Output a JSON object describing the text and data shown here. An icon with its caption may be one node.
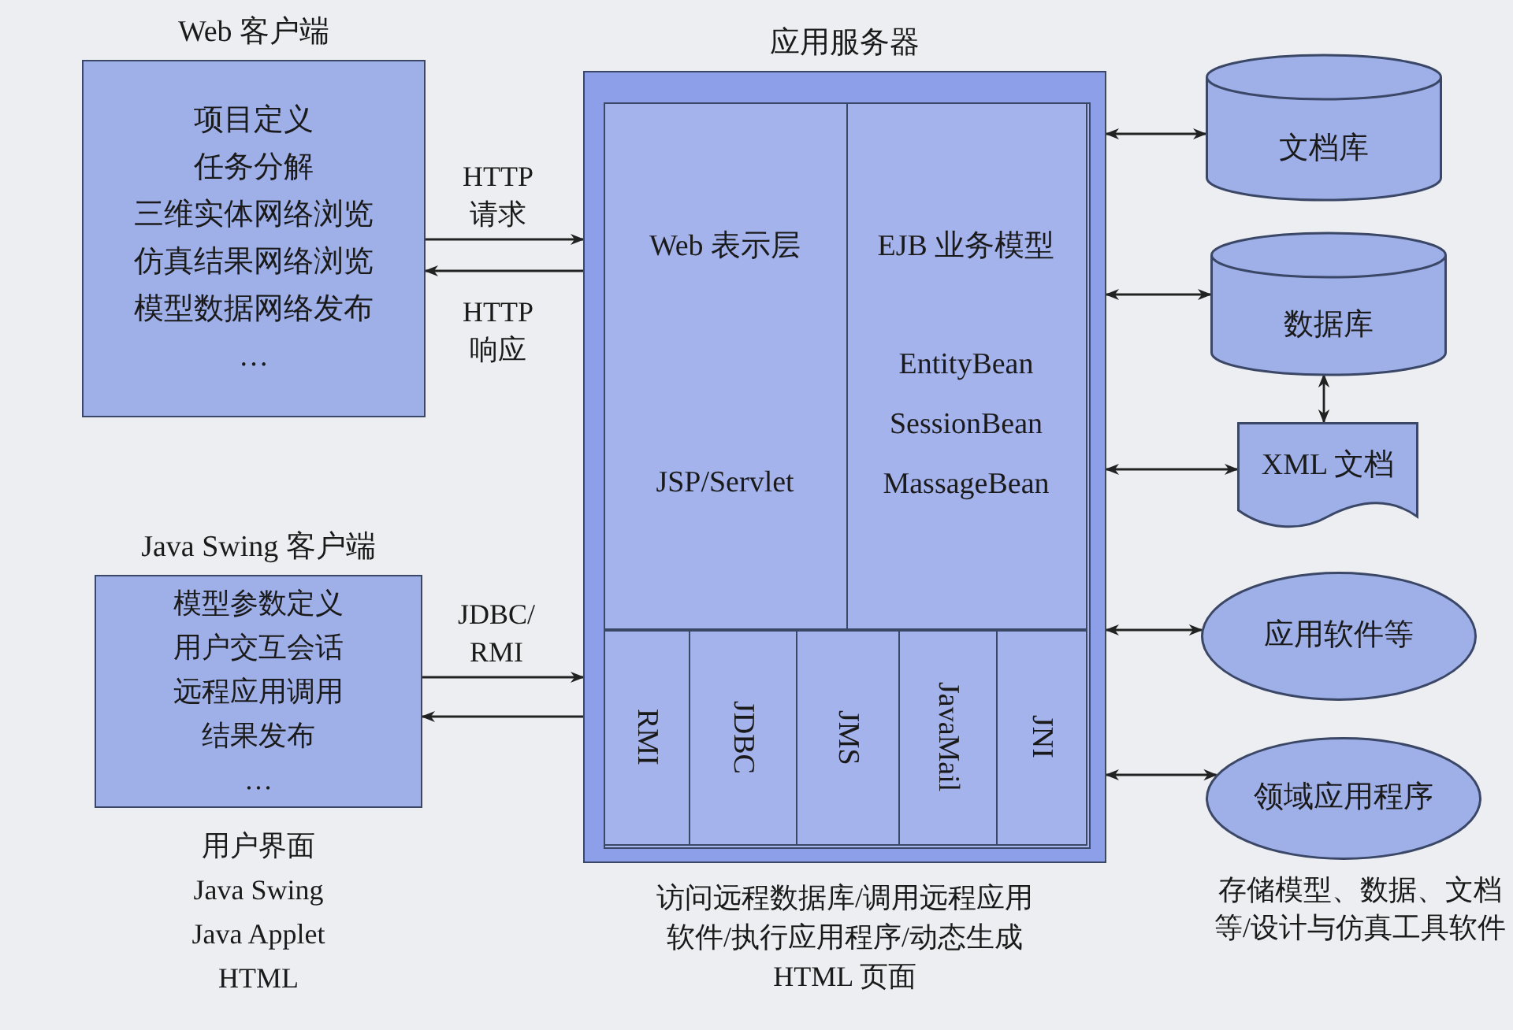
{
  "diagram": {
    "nodes": [
      {
        "text": [
          "Web 客户端",
          "项目定义",
          "任务分解",
          "三维实体网络浏览",
          "仿真结果网络浏览",
          "模型数据网络发布",
          "…"
        ]
      },
      {
        "text": [
          "Java Swing 客户端",
          "模型参数定义",
          "用户交互会话",
          "远程应用调用",
          "结果发布",
          "…"
        ],
        "beside": [
          "用户界面",
          "Java Swing",
          "Java Applet",
          "HTML"
        ]
      },
      {
        "text": [
          "应用服务器"
        ],
        "beside": [
          "访问远程数据库/调用远程应用软件/执行应用程序/动态生成 HTML 页面"
        ]
      },
      {
        "text": [
          "Web 表示层",
          "JSP/Servlet"
        ],
        "in": 2
      },
      {
        "text": [
          "EJB 业务模型",
          "EntityBean",
          "SessionBean",
          "MassageBean"
        ],
        "in": 2
      },
      {
        "text": [
          "RMI"
        ],
        "in": 2
      },
      {
        "text": [
          "JDBC"
        ],
        "in": 2
      },
      {
        "text": [
          "JMS"
        ],
        "in": 2
      },
      {
        "text": [
          "JavaMail"
        ],
        "in": 2
      },
      {
        "text": [
          "JNI"
        ],
        "in": 2
      },
      {
        "text": [
          "文档库"
        ]
      },
      {
        "text": [
          "数据库"
        ]
      },
      {
        "text": [
          "XML 文档"
        ]
      },
      {
        "text": [
          "应用软件等"
        ]
      },
      {
        "text": [
          "领域应用程序"
        ]
      }
    ],
    "edges": [
      {
        "from": 0,
        "to": 2,
        "arrow": "to",
        "label": "HTTP 请求"
      },
      {
        "from": 2,
        "to": 0,
        "arrow": "to",
        "label": "HTTP 响应"
      },
      {
        "from": 1,
        "to": 2,
        "arrow": "to",
        "label": "JDBC/ RMI"
      },
      {
        "from": 2,
        "to": 1,
        "arrow": "to"
      },
      {
        "from": 2,
        "to": 10,
        "arrow": "both"
      },
      {
        "from": 2,
        "to": 11,
        "arrow": "both"
      },
      {
        "from": 11,
        "to": 12,
        "arrow": "both"
      },
      {
        "from": 2,
        "to": 12,
        "arrow": "both"
      },
      {
        "from": 2,
        "to": 13,
        "arrow": "both"
      },
      {
        "from": 2,
        "to": 14,
        "arrow": "both"
      }
    ],
    "labels": [
      "存储模型、数据、文档等/设计与仿真工具软件"
    ]
  }
}
